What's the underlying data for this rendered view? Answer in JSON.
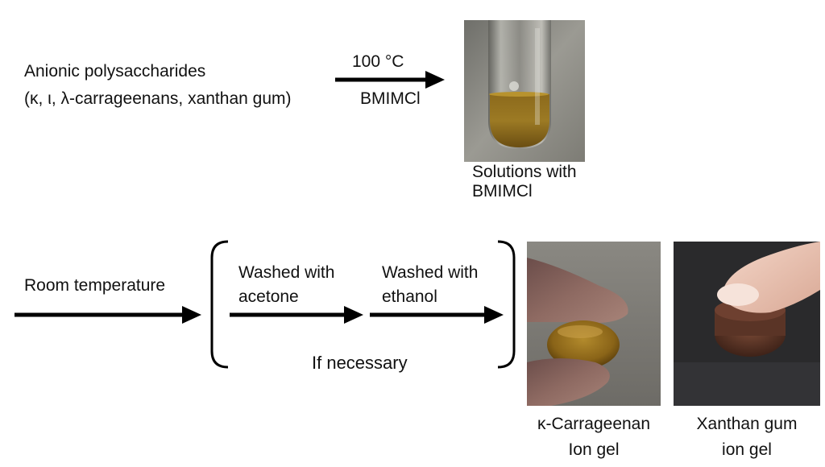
{
  "start_material": {
    "line1": "Anionic polysaccharides",
    "line2": "(κ, ι, λ-carrageenans, xanthan gum)"
  },
  "step1": {
    "condition_top": "100 °C",
    "condition_bottom": "BMIMCl"
  },
  "solution_photo": {
    "caption_line1": "Solutions with",
    "caption_line2": "BMIMCl"
  },
  "step2": {
    "condition": "Room temperature"
  },
  "optional_steps": {
    "wash1_line1": "Washed with",
    "wash1_line2": "acetone",
    "wash2_line1": "Washed with",
    "wash2_line2": "ethanol",
    "note": "If necessary"
  },
  "products": {
    "kappa_caption_line1": "κ-Carrageenan",
    "kappa_caption_line2": "Ion gel",
    "xanthan_caption_line1": "Xanthan gum",
    "xanthan_caption_line2": "ion gel"
  }
}
